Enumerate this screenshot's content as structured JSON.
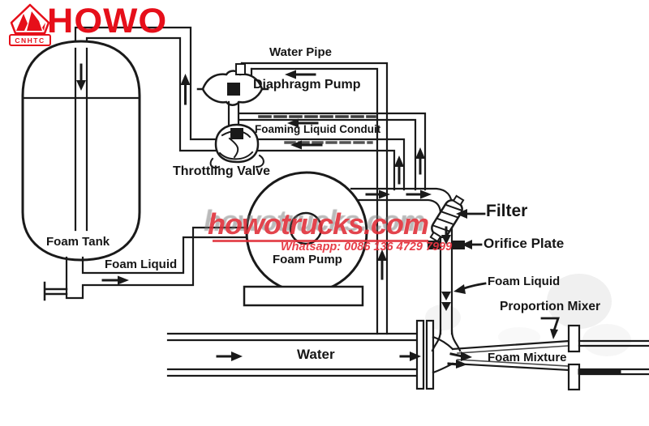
{
  "brand": {
    "name": "HOWO",
    "emblem_text": "CNHTC"
  },
  "watermark": {
    "site": "howotrucks.com",
    "whatsapp": "Whatsapp: 0086 136 4729 7999"
  },
  "diagram": {
    "labels": {
      "water_pipe": "Water Pipe",
      "diaphragm_pump": "Diaphragm Pump",
      "foaming_liquid_conduit": "Foaming Liquid Conduit",
      "throttling_valve": "Throttling Valve",
      "foam_tank": "Foam Tank",
      "foam_liquid_left": "Foam Liquid",
      "foam_pump": "Foam Pump",
      "filter": "Filter",
      "orifice_plate": "Orifice Plate",
      "foam_liquid_right": "Foam Liquid",
      "proportion_mixer": "Proportion Mixer",
      "water": "Water",
      "foam_mixture": "Foam Mixture"
    },
    "colors": {
      "line": "#1a1a1a",
      "brand_red": "#e60f1a",
      "watermark_red": "#e0303a"
    }
  }
}
